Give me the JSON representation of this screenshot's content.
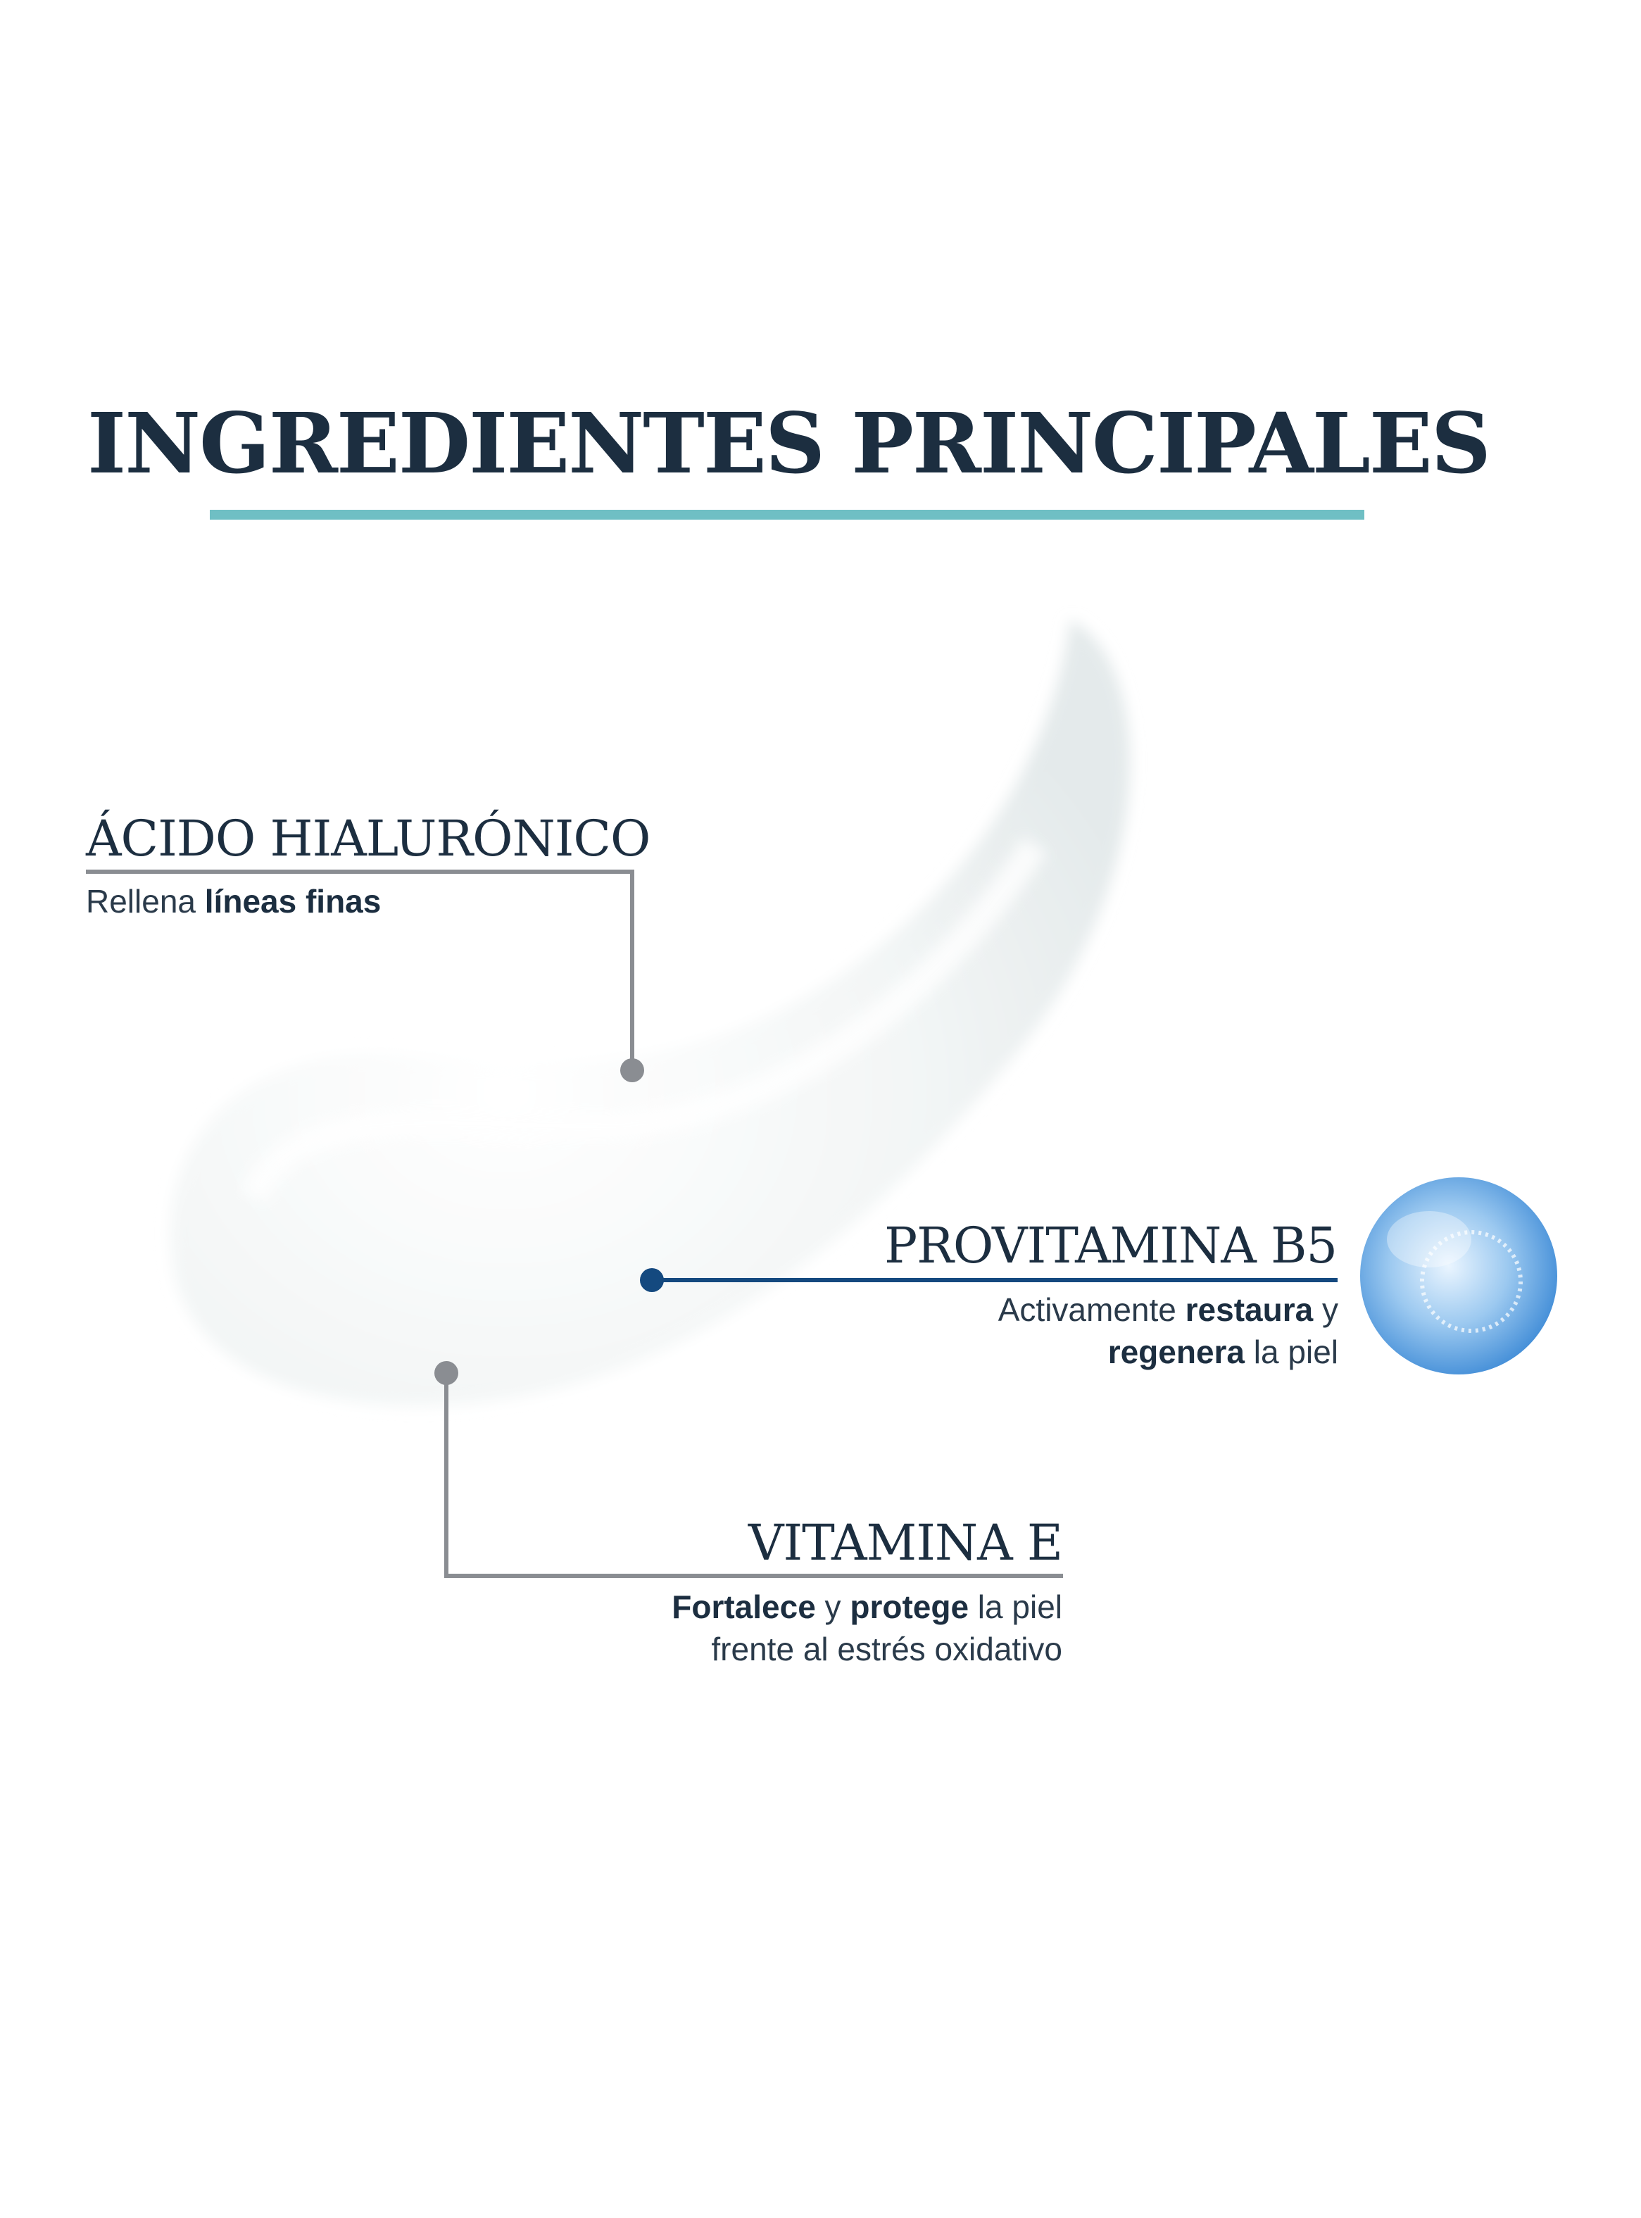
{
  "title": "INGREDIENTES PRINCIPALES",
  "colors": {
    "title_bar": "#6fbfc4",
    "text": "#1c2e40",
    "connector_gray": "#8a8d92",
    "connector_blue": "#14497f"
  },
  "ingredients": [
    {
      "name": "ÁCIDO HIALURÓNICO",
      "desc": [
        {
          "t": "Rellena ",
          "bold": false
        },
        {
          "t": "líneas finas",
          "bold": true
        }
      ]
    },
    {
      "name": "PROVITAMINA B5",
      "desc_line1": [
        {
          "t": "Activamente ",
          "bold": false
        },
        {
          "t": "restaura",
          "bold": true
        },
        {
          "t": " y",
          "bold": false
        }
      ],
      "desc_line2": [
        {
          "t": "regenera",
          "bold": true
        },
        {
          "t": " la piel",
          "bold": false
        }
      ]
    },
    {
      "name": "VITAMINA E",
      "desc_line1": [
        {
          "t": "Fortalece",
          "bold": true
        },
        {
          "t": " y ",
          "bold": false
        },
        {
          "t": "protege",
          "bold": true
        },
        {
          "t": " la piel",
          "bold": false
        }
      ],
      "desc_line2": [
        {
          "t": "frente al estrés oxidativo",
          "bold": false
        }
      ]
    }
  ]
}
